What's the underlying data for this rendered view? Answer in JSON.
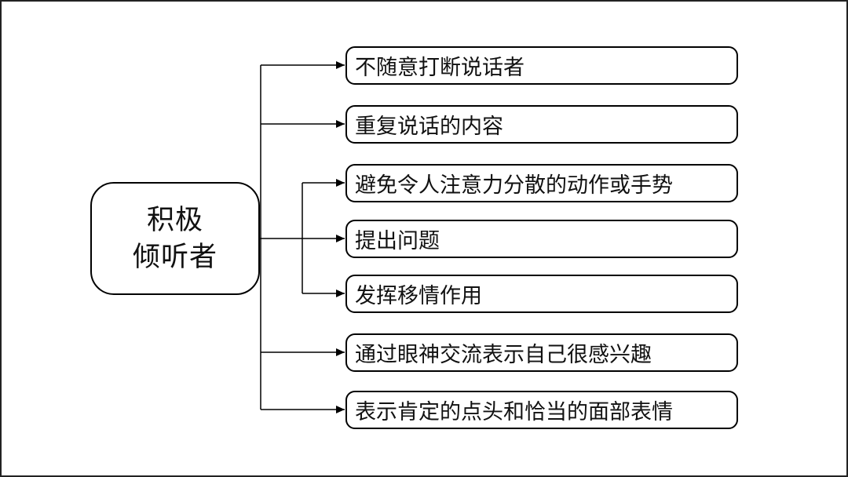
{
  "diagram": {
    "root": {
      "line1": "积极",
      "line2": "倾听者"
    },
    "branches": [
      {
        "label": "不随意打断说话者"
      },
      {
        "label": "重复说话的内容"
      },
      {
        "label": "避免令人注意力分散的动作或手势"
      },
      {
        "label": "提出问题"
      },
      {
        "label": "发挥移情作用"
      },
      {
        "label": "通过眼神交流表示自己很感兴趣"
      },
      {
        "label": "表示肯定的点头和恰当的面部表情"
      }
    ],
    "colors": {
      "line": "#000000",
      "text": "#111111",
      "background": "#ffffff",
      "frame_border": "#222222"
    }
  }
}
